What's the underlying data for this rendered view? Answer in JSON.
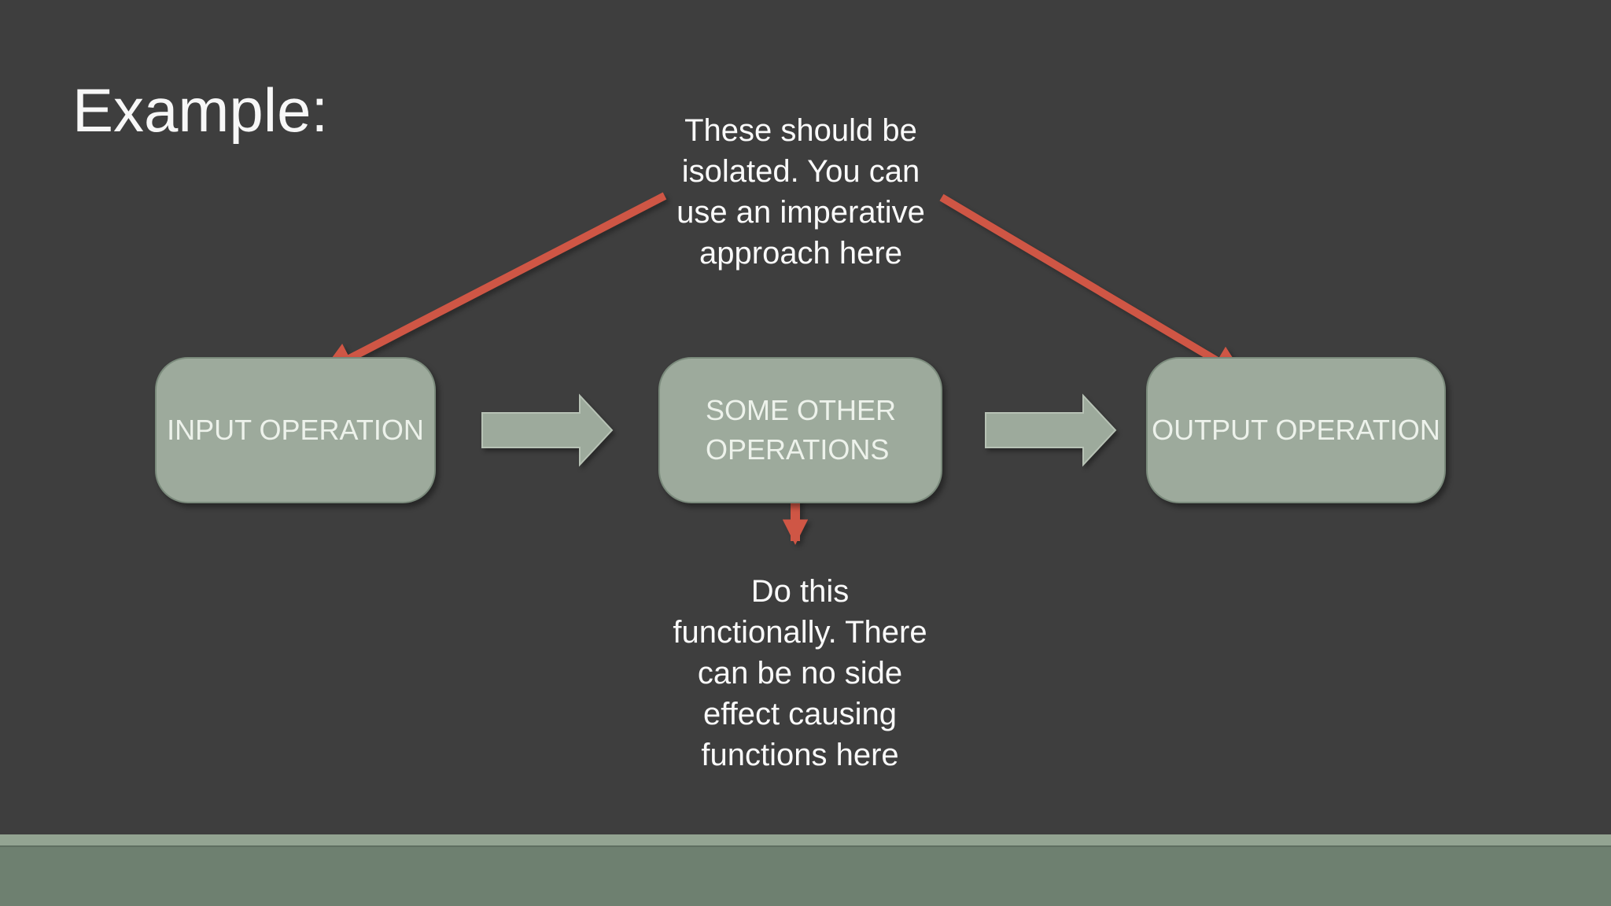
{
  "slide": {
    "title": "Example:",
    "colors": {
      "background": "#3E3E3E",
      "title_text": "#F7F7F7",
      "note_text": "#FAFAFA",
      "box_fill": "#9DAA9C",
      "box_border": "#7B8B7C",
      "box_label": "#EDF2EB",
      "arrow_red": "#CF5645",
      "footer_strip": "#93A492",
      "footer_bar": "#6E8070"
    }
  },
  "diagram": {
    "boxes": [
      {
        "label": "INPUT OPERATION"
      },
      {
        "label": "SOME OTHER OPERATIONS"
      },
      {
        "label": "OUTPUT OPERATION"
      }
    ],
    "flow_arrow_icon": "right-block-arrow"
  },
  "annotations": {
    "imperative_note": {
      "text": "These should be isolated. You can use an imperative approach here",
      "lines": [
        "These should be",
        "isolated. You can",
        "use an imperative",
        "approach here"
      ]
    },
    "functional_note": {
      "text": "Do this functionally. There can be no side effect causing functions here",
      "lines": [
        "Do this",
        "functionally. There",
        "can be no side",
        "effect causing",
        "functions here"
      ]
    }
  }
}
